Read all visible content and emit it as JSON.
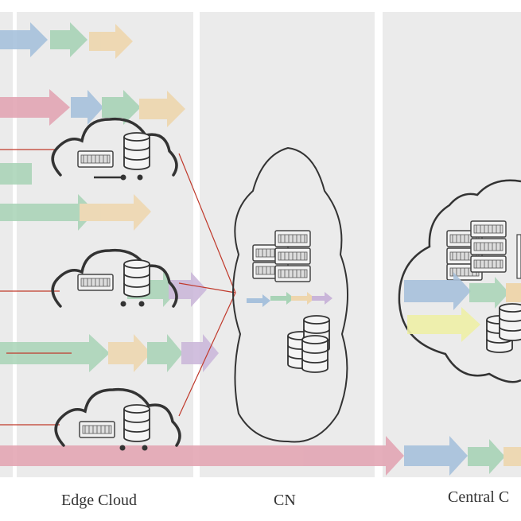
{
  "labels": {
    "edge": "Edge Cloud",
    "cn": "CN",
    "central": "Central C"
  },
  "colors": {
    "panel": "#ebebeb",
    "pink": "#e3a6b4",
    "blue": "#a7c1dc",
    "green": "#a8d3b6",
    "yellow": "#eed6ad",
    "purple": "#c9b5d9",
    "light_yellow": "#eef0a6",
    "link": "#c0392b",
    "outline": "#3a3a3a"
  }
}
